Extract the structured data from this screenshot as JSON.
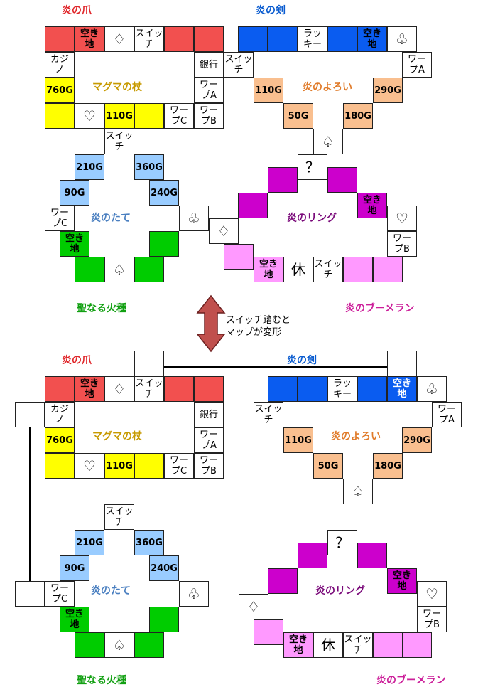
{
  "colors": {
    "red": "#f2504f",
    "blue": "#0a5cf0",
    "yellow": "#ffff00",
    "orange": "#f9bf8f",
    "lightblue": "#99ccff",
    "green": "#00cc00",
    "magenta": "#cc00cc",
    "pink": "#ff99ff",
    "darkred": "#c0504d"
  },
  "areas": {
    "top": {
      "claw": "炎の爪",
      "sword": "炎の剣",
      "staff": "マグマの杖",
      "armor": "炎のよろい",
      "shield": "炎のたて",
      "ring": "炎のリング",
      "seed": "聖なる火種",
      "boomerang": "炎のブーメラン"
    },
    "bottom": {
      "claw": "炎の爪",
      "sword": "炎の剣",
      "staff": "マグマの杖",
      "armor": "炎のよろい",
      "shield": "炎のたて",
      "ring": "炎のリング",
      "seed": "聖なる火種",
      "boomerang": "炎のブーメラン"
    }
  },
  "cells": {
    "vacant": "空き\n地",
    "switch": "スイッ\nチ",
    "lucky": "ラッ\nキー",
    "casino": "カジ\nノ",
    "bank": "銀行",
    "warpA": "ワー\nプA",
    "warpB": "ワー\nプB",
    "warpC": "ワー\nプC",
    "rest": "休",
    "question": "？",
    "p760": "760G",
    "p110": "110G",
    "p290": "290G",
    "p50": "50G",
    "p180": "180G",
    "p210": "210G",
    "p360": "360G",
    "p90": "90G",
    "p240": "240G",
    "diamond": "♢",
    "heart": "♡",
    "club": "♧",
    "spade": "♤"
  },
  "note": "スイッチ踏むと\nマップが変形"
}
